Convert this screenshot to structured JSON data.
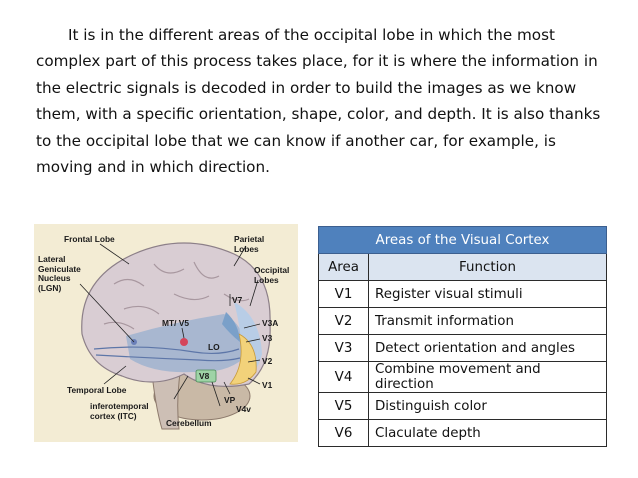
{
  "paragraph": "It is in the different areas of the occipital lobe in which the most complex part of this process takes place, for it is where the information in the electric signals is decoded in order to build the images as we know them, with a specific orientation, shape, color, and depth. It is also thanks to the occipital lobe that we can know if another car, for example, is moving and in which direction.",
  "figure": {
    "labels": {
      "frontal_lobe": "Frontal Lobe",
      "parietal_lobes": "Parietal\nLobes",
      "lgn": "Lateral\nGeniculate\nNucleus\n(LGN)",
      "occipital_lobes": "Occipital\nLobes",
      "v7": "V7",
      "mt_v5": "MT/ V5",
      "v3a": "V3A",
      "v3": "V3",
      "lo": "LO",
      "v2": "V2",
      "v8": "V8",
      "v1": "V1",
      "temporal_lobe": "Temporal Lobe",
      "vp": "VP",
      "v4v": "V4v",
      "itc": "inferotemporal\ncortex (ITC)",
      "cerebellum": "Cerebellum"
    }
  },
  "table": {
    "caption": "Areas of the Visual Cortex",
    "headers": [
      "Area",
      "Function"
    ],
    "rows": [
      {
        "area": "V1",
        "function": "Register visual stimuli"
      },
      {
        "area": "V2",
        "function": "Transmit information"
      },
      {
        "area": "V3",
        "function": "Detect orientation and angles"
      },
      {
        "area": "V4",
        "function": "Combine movement and direction"
      },
      {
        "area": "V5",
        "function": "Distinguish color"
      },
      {
        "area": "V6",
        "function": "Claculate depth"
      }
    ]
  }
}
